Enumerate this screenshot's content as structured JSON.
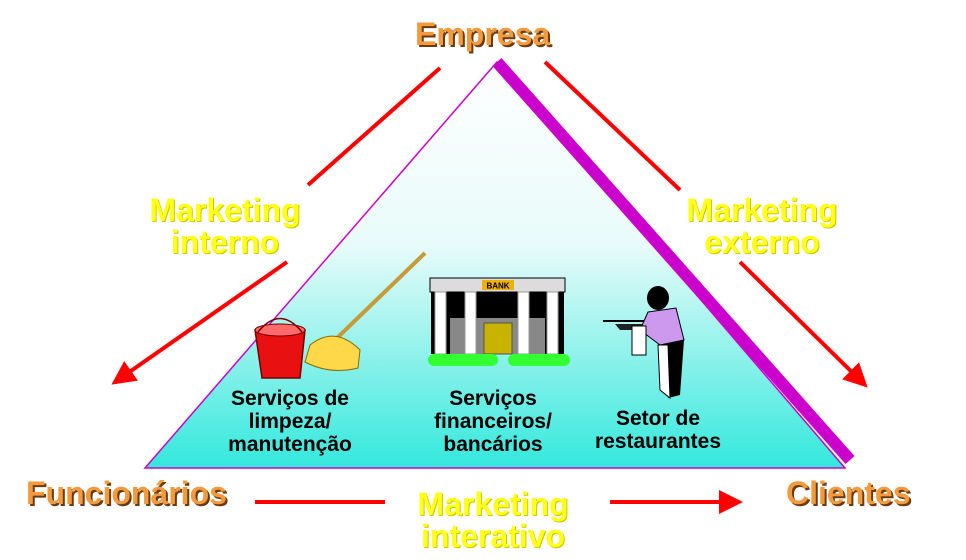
{
  "corners": {
    "top": "Empresa",
    "left": "Funcionários",
    "right": "Clientes"
  },
  "marketing": {
    "internal": [
      "Marketing",
      "interno"
    ],
    "external": [
      "Marketing",
      "externo"
    ],
    "interactive": [
      "Marketing",
      "interativo"
    ]
  },
  "services": {
    "cleaning": [
      "Serviços de",
      "limpeza/",
      "manutenção"
    ],
    "financial": [
      "Serviços",
      "financeiros/",
      "bancários"
    ],
    "restaurant": [
      "Setor de",
      "restaurantes"
    ]
  },
  "bank_sign": "BANK",
  "colors": {
    "corner": "#f39a3c",
    "marketing": "#ffff1a",
    "arrow": "#ff0000",
    "edge": "#cc00cc",
    "fill_bottom": "#33e8dc"
  }
}
